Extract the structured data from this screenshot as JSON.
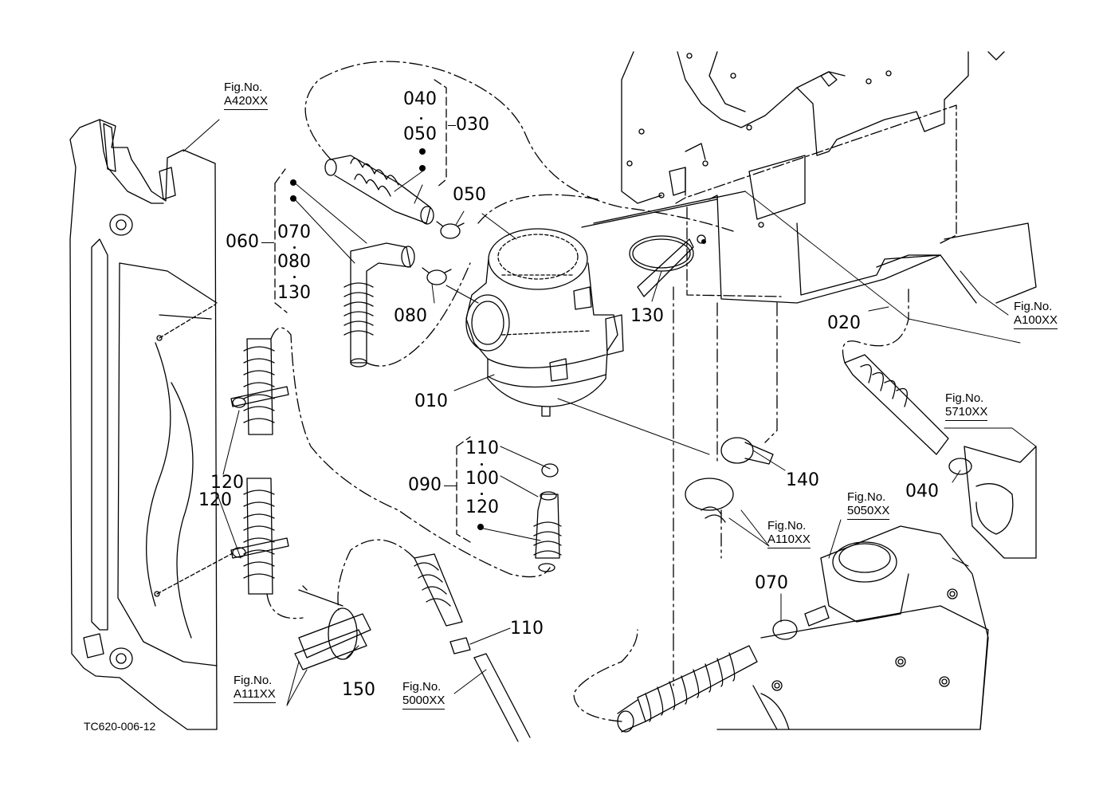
{
  "drawing": {
    "type": "exploded parts diagram",
    "code": "TC620-006-12",
    "stroke_color": "#000000",
    "background": "#ffffff"
  },
  "parts": {
    "p010": "010",
    "p020": "020",
    "p030": "030",
    "p040a": "040",
    "p040b": "040",
    "p050a": "050",
    "p050b": "050",
    "p060": "060",
    "p070a": "070",
    "p070b": "070",
    "p080a": "080",
    "p080b": "080",
    "p090": "090",
    "p100": "100",
    "p110a": "110",
    "p110b": "110",
    "p120a": "120",
    "p120b": "120",
    "p120c": "120",
    "p130a": "130",
    "p130b": "130",
    "p140": "140",
    "p150": "150"
  },
  "groups": {
    "g030": [
      "040",
      "050"
    ],
    "g060": [
      "070",
      "080",
      "130"
    ],
    "g090": [
      "110",
      "100",
      "120"
    ]
  },
  "figure_refs": {
    "fig_label": "Fig.No.",
    "a420": "A420XX",
    "a100": "A100XX",
    "f5710": "5710XX",
    "a110": "A110XX",
    "f5050": "5050XX",
    "a111": "A111XX",
    "f5000": "5000XX"
  }
}
